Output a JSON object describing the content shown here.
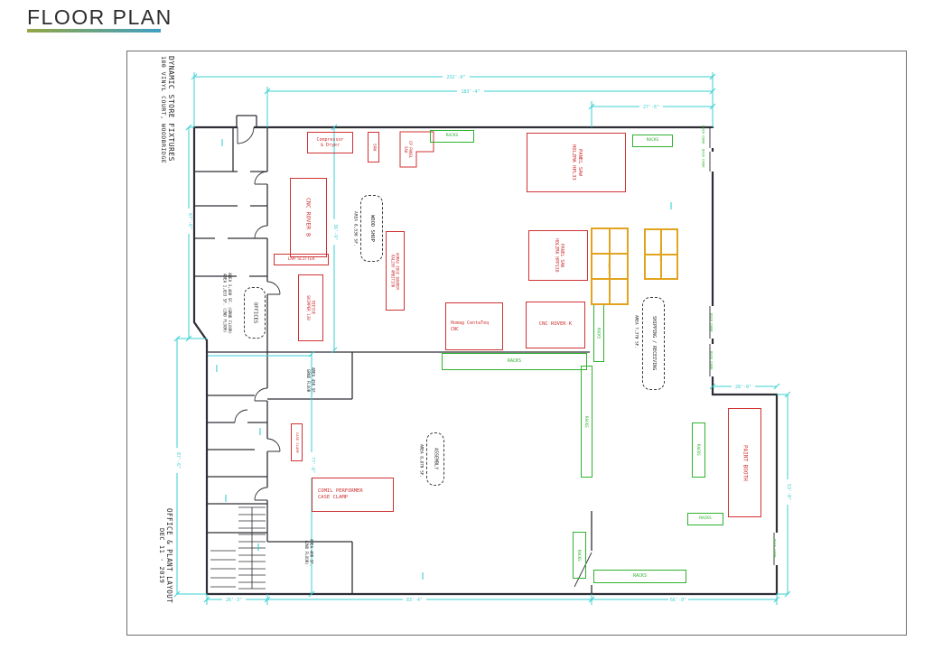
{
  "title": "FLOOR PLAN",
  "sheet": {
    "project_name": "DYNAMIC STORE FIXTURES",
    "project_address": "180 VINYL COURT, WOODBRIDGE",
    "drawing_name": "OFFICE & PLANT LAYOUT",
    "drawing_date": "DEC 11 - 2019"
  },
  "labels": {
    "racks": "RACKS",
    "pallets": "PALLETS",
    "dock_door": "DOCK DOOR"
  },
  "machines": {
    "compressor_dryer": "Compressor\n& Dryer",
    "saw": "SAW",
    "cp_panel_saw": "CP PANEL\nSAW",
    "cnc_rover_b": "CNC ROVER B",
    "lam_slitter": "LAM SLITTER",
    "biesse_skipper": "BIESSE\nSKIPPER 130",
    "homag_edge_bander": "HOMAG EDGE BANDER\nKAL200 AMBITION",
    "homag_centateq": "Homag CentaTeq\nCNC",
    "cnc_rover_k": "CNC ROVER K",
    "panel_saw_hpl33": "PANEL SAW\nHOLZMA HPL33",
    "panel_saw_hpp130": "PANEL SAW\nHOLZMA HPP130",
    "comil_performer": "COMIL PERFORMER\nCASE CLAMP",
    "case_clamp": "CASE CLAMP",
    "paint_booth": "PAINT BOOTH"
  },
  "zones": {
    "wood_shop": {
      "name": "WOOD SHOP",
      "area": "AREA 8,536 SF."
    },
    "offices": {
      "name": "OFFICES",
      "areas": "AREA 3,400 SF. (GRND FLOOR)\nAREA 1,833 SF. (2ND FLOOR)"
    },
    "shipping_receiving": {
      "name": "SHIPPING / RECEIVING",
      "area": "AREA 7,370 SF."
    },
    "assembly": {
      "name": "ASSEMBLY",
      "area": "AREA 8,870 SF."
    }
  },
  "rooms": {
    "grnd_450": "AREA 450 SF.\nGRND FLOOR",
    "second_400": "AREA 400 SF.\n(2ND FLOOR)"
  },
  "dimensions": {
    "top_overall": "232'-0\"",
    "top_plant": "183'-4\"",
    "top_right_bay": "27'-6\"",
    "left_upper": "67'-6\"",
    "left_lower": "87'-6\"",
    "interior_upper": "36'-9\"",
    "interior_lower": "77'-8\"",
    "right_step": "28'-8\"",
    "right_lower": "53'-0\"",
    "bottom_left": "26'-3\"",
    "bottom_middle": "83'-4\"",
    "bottom_right": "66'-0\""
  },
  "colors": {
    "underline_gradient_start": "#93a644",
    "underline_gradient_end": "#3f9fc4",
    "machine_red": "#d03232",
    "rack_green": "#2eb32e",
    "pallet_yellow": "#e2a41e",
    "dimension_cyan": "#38cfd0",
    "wall_dark": "#2e2e36"
  }
}
